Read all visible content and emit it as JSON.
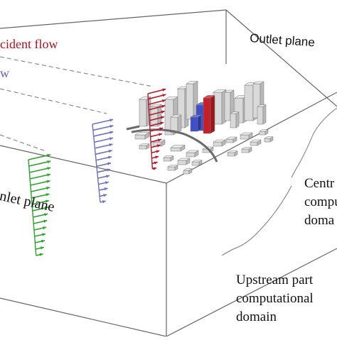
{
  "labels": {
    "incident_flow": "cident flow",
    "w_fragment": "w",
    "outlet_plane": "Outlet plane",
    "inlet_plane": "nlet plane",
    "central_line1": "Centr",
    "central_line2": "compu",
    "central_line3": "doma",
    "upstream_line1": "Upstream part",
    "upstream_line2": "computational",
    "upstream_line3": "domain"
  },
  "colors": {
    "box_edge": "#555555",
    "incident_red": "#b01c2c",
    "blue_profile": "#6b72b8",
    "green_profile": "#2da02d",
    "building_gray": "#d9d9d9",
    "building_blue": "#3f4fc8",
    "building_red": "#c8202a"
  }
}
